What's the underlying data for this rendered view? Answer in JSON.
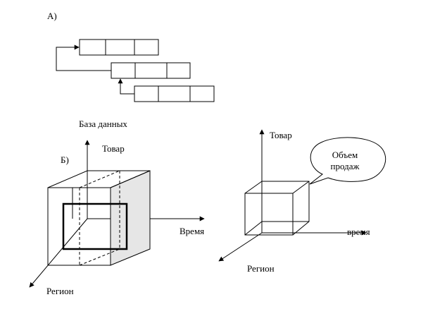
{
  "part_a": {
    "label": "А)"
  },
  "part_b": {
    "label": "Б)",
    "database_label": "База данных",
    "axis_product": "Товар",
    "axis_time": "Время",
    "axis_region": "Регион"
  },
  "cube_right": {
    "axis_product": "Товар",
    "axis_time": "время",
    "axis_region": "Регион",
    "bubble_line1": "Объем",
    "bubble_line2": "продаж"
  }
}
